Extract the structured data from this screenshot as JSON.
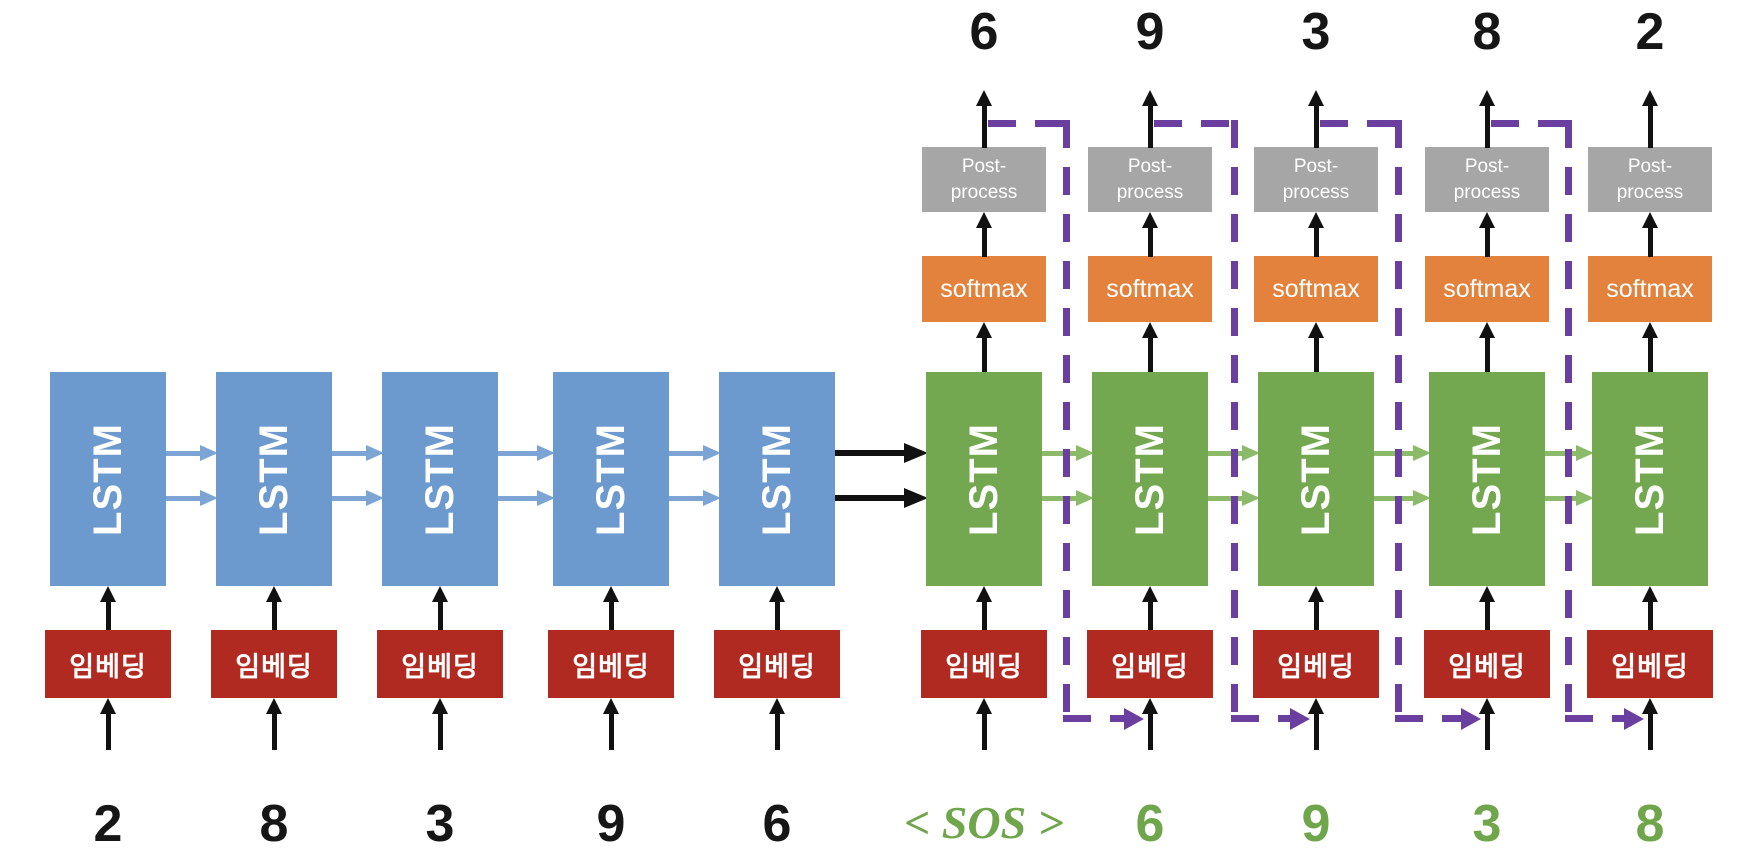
{
  "diagram_type": "seq2seq-lstm-encoder-decoder",
  "labels": {
    "lstm_block": "LSTM",
    "embedding_block": "임베딩",
    "softmax_block": "softmax",
    "postprocess_line1": "Post-",
    "postprocess_line2": "process"
  },
  "encoder": {
    "inputs": [
      "2",
      "8",
      "3",
      "9",
      "6"
    ]
  },
  "decoder": {
    "inputs": [
      "< SOS >",
      "6",
      "9",
      "3",
      "8"
    ],
    "outputs": [
      "6",
      "9",
      "3",
      "8",
      "2"
    ]
  },
  "colors": {
    "encoder_block": "#6C99CE",
    "encoder_arrow": "#7CA5D6",
    "decoder_block": "#74A850",
    "decoder_arrow": "#8BBB69",
    "embedding_block": "#B02A21",
    "softmax_block": "#E2823C",
    "postprocess_block": "#A6A6A6",
    "feedback_path": "#6B3FA0",
    "state_arrow": "#111111",
    "input_number": "#161616",
    "decoder_number": "#70A64B",
    "block_text": "#FFFFFF"
  }
}
